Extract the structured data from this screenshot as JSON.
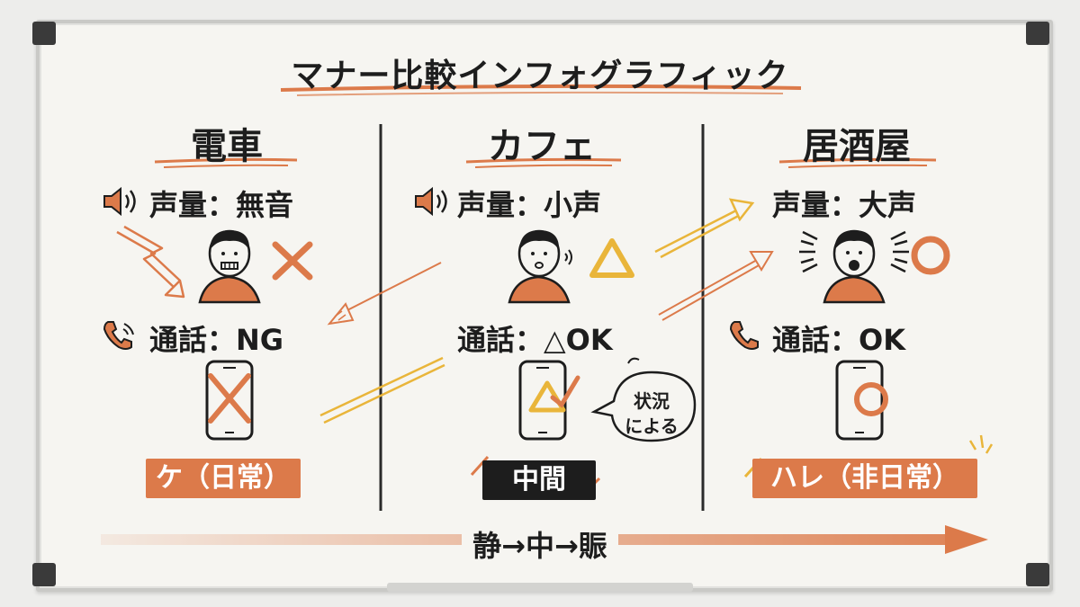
{
  "title": "マナー比較インフォグラフィック",
  "columns": [
    {
      "heading": "電車",
      "volume": "声量：無音",
      "phone": "通話：NG",
      "badge": "ケ（日常）"
    },
    {
      "heading": "カフェ",
      "volume": "声量：小声",
      "phone": "通話：△OK",
      "badge": "中間",
      "note": [
        "状況",
        "による"
      ]
    },
    {
      "heading": "居酒屋",
      "volume": "声量：大声",
      "phone": "通話：OK",
      "badge": "ハレ（非日常）"
    }
  ],
  "scale_label": "静→中→賑",
  "colors": {
    "accent": "#dc7a4a",
    "warning": "#e9b53a",
    "ink": "#1d1d1d",
    "board": "#f6f5f1"
  },
  "icons": [
    "speaker-icon",
    "phone-call-icon",
    "person-icon",
    "smartphone-icon",
    "cross-mark",
    "triangle-mark",
    "circle-mark"
  ]
}
